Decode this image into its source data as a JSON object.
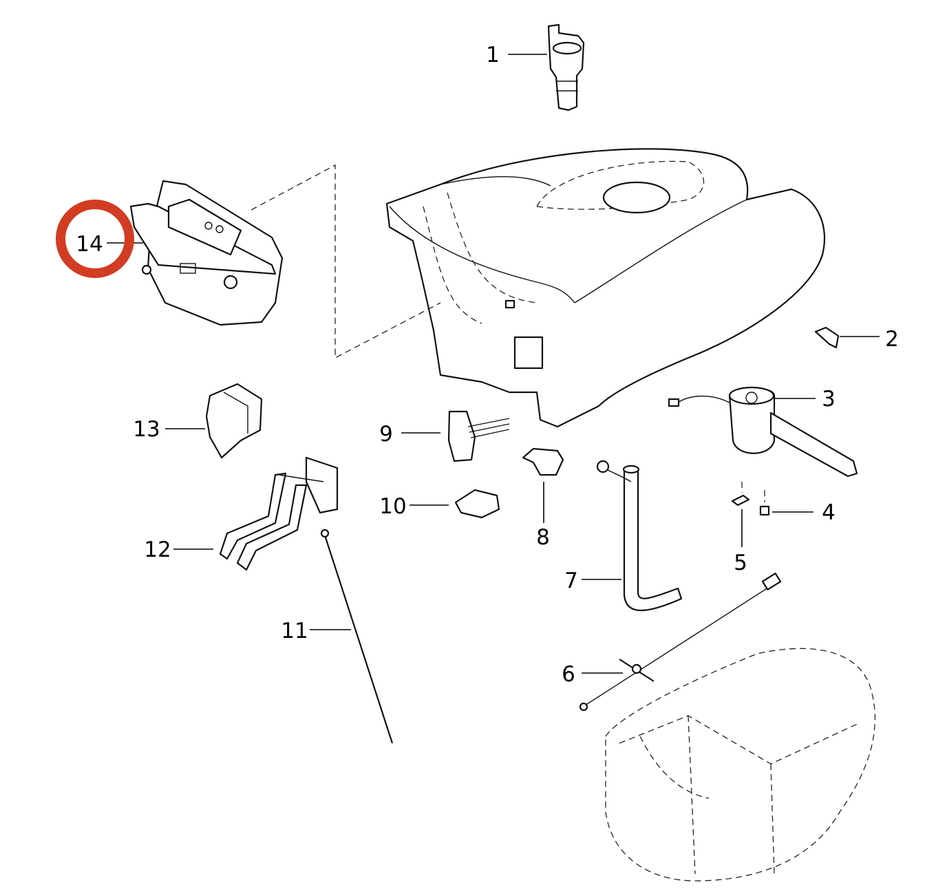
{
  "diagram": {
    "highlight_color": "#d23c22",
    "highlighted_callout": "14",
    "callouts": [
      {
        "id": "1",
        "label": "1"
      },
      {
        "id": "2",
        "label": "2"
      },
      {
        "id": "3",
        "label": "3"
      },
      {
        "id": "4",
        "label": "4"
      },
      {
        "id": "5",
        "label": "5"
      },
      {
        "id": "6",
        "label": "6"
      },
      {
        "id": "7",
        "label": "7"
      },
      {
        "id": "8",
        "label": "8"
      },
      {
        "id": "9",
        "label": "9"
      },
      {
        "id": "10",
        "label": "10"
      },
      {
        "id": "11",
        "label": "11"
      },
      {
        "id": "12",
        "label": "12"
      },
      {
        "id": "13",
        "label": "13"
      },
      {
        "id": "14",
        "label": "14"
      }
    ]
  }
}
